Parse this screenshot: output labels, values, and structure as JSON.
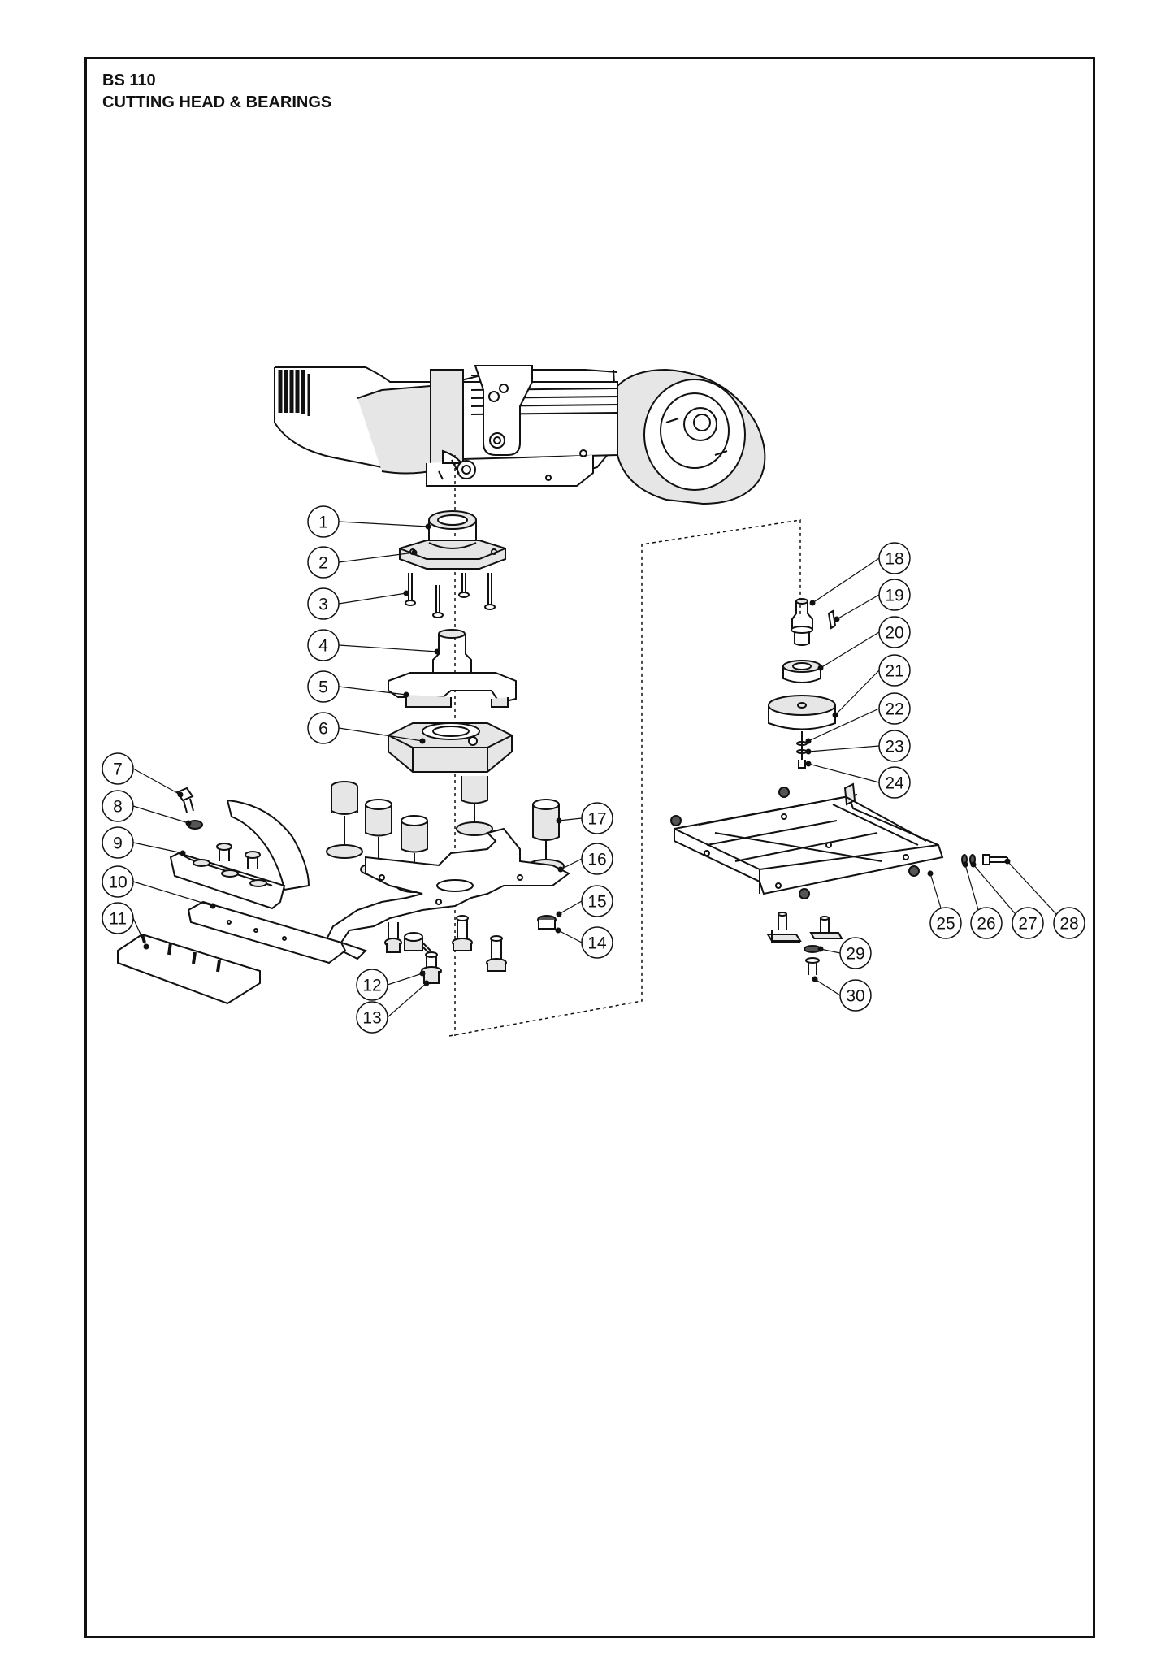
{
  "header": {
    "model": "BS 110",
    "title": "CUTTING HEAD & BEARINGS"
  },
  "callouts": [
    "1",
    "2",
    "3",
    "4",
    "5",
    "6",
    "7",
    "8",
    "9",
    "10",
    "11",
    "12",
    "13",
    "14",
    "15",
    "16",
    "17",
    "18",
    "19",
    "20",
    "21",
    "22",
    "23",
    "24",
    "25",
    "26",
    "27",
    "28",
    "29",
    "30"
  ]
}
